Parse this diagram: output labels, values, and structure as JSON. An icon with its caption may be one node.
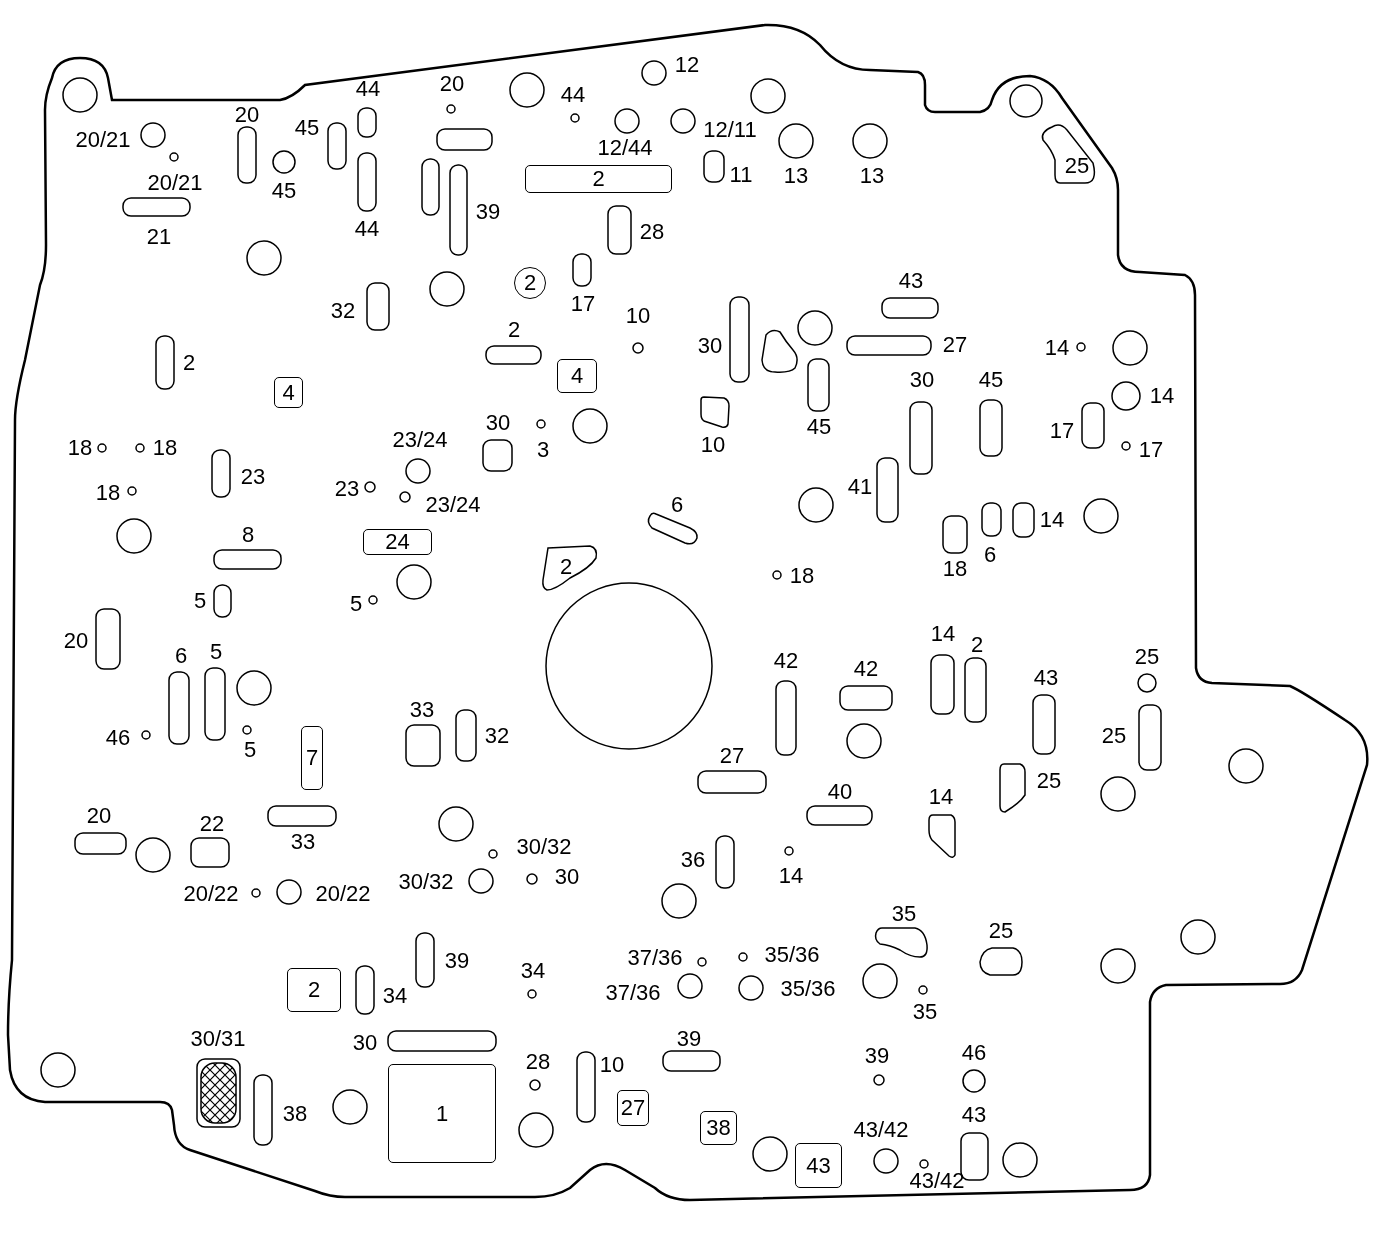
{
  "diagram": {
    "nodes": [
      {
        "text": [
          "2"
        ]
      },
      {
        "text": [
          "25"
        ]
      },
      {
        "text": [
          "2"
        ]
      },
      {
        "text": [
          "4"
        ]
      },
      {
        "text": [
          "4"
        ]
      },
      {
        "text": [
          "24"
        ]
      },
      {
        "text": [
          "2"
        ]
      },
      {
        "text": [
          "7"
        ]
      },
      {
        "text": [
          "2"
        ]
      },
      {
        "text": [
          "1"
        ]
      },
      {
        "text": [
          "27"
        ]
      },
      {
        "text": [
          "38"
        ]
      },
      {
        "text": [
          "43"
        ]
      }
    ],
    "labels": [
      "12",
      "44",
      "20",
      "44",
      "20",
      "20/21",
      "45",
      "12/11",
      "12/44",
      "20/21",
      "45",
      "11",
      "13",
      "13",
      "39",
      "21",
      "44",
      "28",
      "43",
      "17",
      "32",
      "10",
      "2",
      "30",
      "27",
      "14",
      "2",
      "30",
      "45",
      "14",
      "30",
      "45",
      "17",
      "23/24",
      "18",
      "18",
      "3",
      "10",
      "17",
      "23",
      "23",
      "41",
      "18",
      "23/24",
      "6",
      "14",
      "8",
      "6",
      "18",
      "18",
      "5",
      "5",
      "14",
      "20",
      "2",
      "6",
      "5",
      "42",
      "42",
      "25",
      "43",
      "33",
      "46",
      "32",
      "25",
      "5",
      "27",
      "25",
      "40",
      "14",
      "20",
      "22",
      "33",
      "30/32",
      "36",
      "30/32",
      "30",
      "14",
      "20/22",
      "20/22",
      "35",
      "25",
      "39",
      "34",
      "37/36",
      "35/36",
      "34",
      "37/36",
      "35/36",
      "35",
      "30/31",
      "30",
      "39",
      "28",
      "10",
      "39",
      "46",
      "38",
      "43/42",
      "43",
      "43/42"
    ]
  }
}
